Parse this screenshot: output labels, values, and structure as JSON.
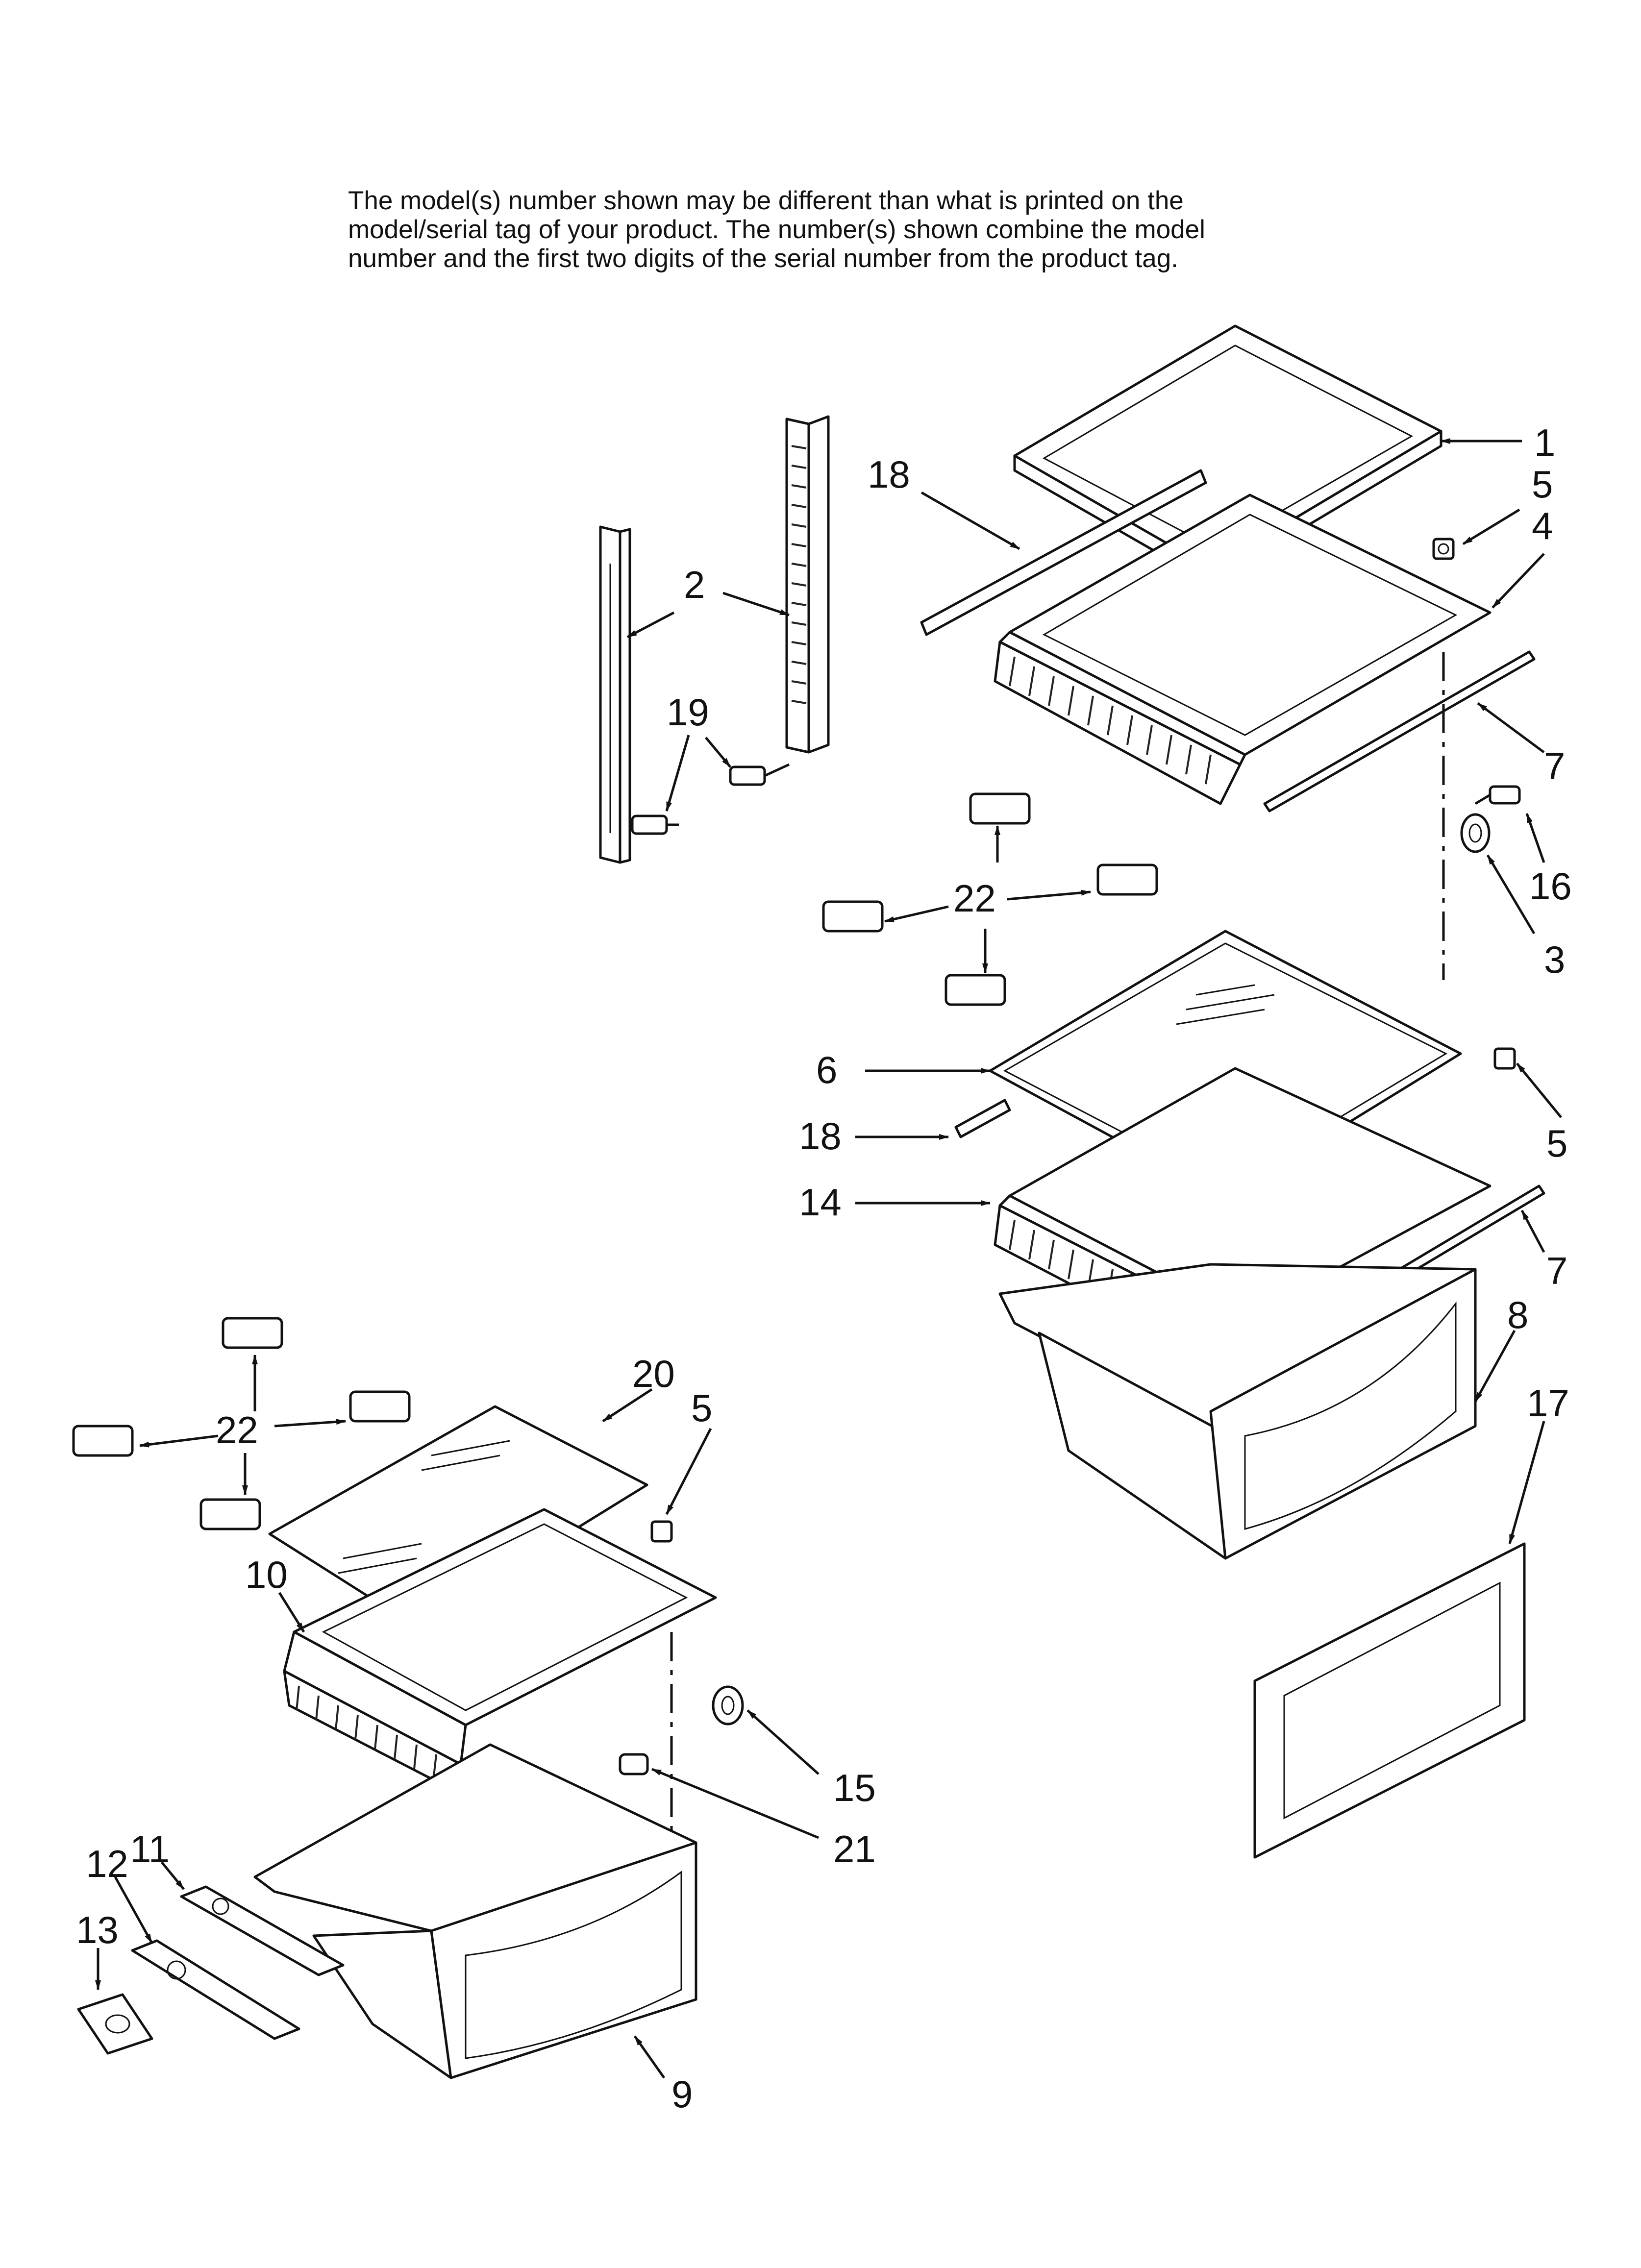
{
  "header_note": {
    "lines": [
      "The model(s) number shown may be different than what is printed on the",
      "model/serial tag of your product. The number(s) shown combine the model",
      "number and the first two digits of the serial number from the product tag."
    ]
  },
  "callouts": {
    "c1": "1",
    "c2": "2",
    "c3": "3",
    "c4": "4",
    "c5a": "5",
    "c5b": "5",
    "c5c": "5",
    "c6": "6",
    "c7a": "7",
    "c7b": "7",
    "c8": "8",
    "c9": "9",
    "c10": "10",
    "c11": "11",
    "c12": "12",
    "c13": "13",
    "c14": "14",
    "c15": "15",
    "c16": "16",
    "c17": "17",
    "c18a": "18",
    "c18b": "18",
    "c19": "19",
    "c20": "20",
    "c21": "21",
    "c22a": "22",
    "c22b": "22"
  }
}
